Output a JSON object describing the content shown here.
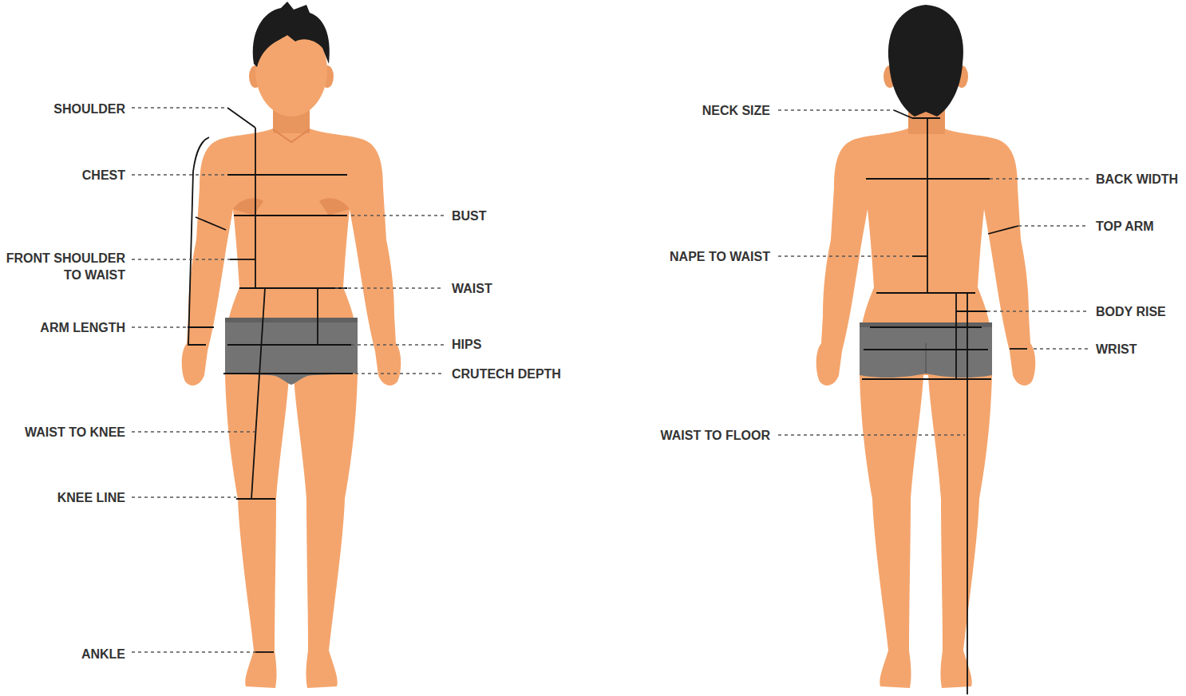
{
  "diagram": {
    "labels": [
      "SHOULDER",
      "CHEST",
      "BUST",
      "FRONT SHOULDER TO WAIST",
      "WAIST",
      "ARM LENGTH",
      "HIPS",
      "CRUTECH DEPTH",
      "WAIST TO KNEE",
      "KNEE LINE",
      "ANKLE",
      "NECK SIZE",
      "BACK WIDTH",
      "TOP ARM",
      "NAPE TO WAIST",
      "BODY RISE",
      "WRIST",
      "WAIST TO FLOOR"
    ]
  }
}
